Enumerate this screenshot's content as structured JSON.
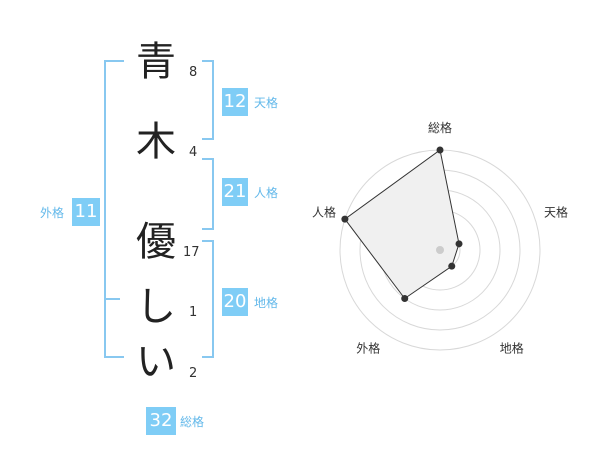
{
  "name_chars": [
    {
      "char": "青",
      "strokes": "8"
    },
    {
      "char": "木",
      "strokes": "4"
    },
    {
      "char": "優",
      "strokes": "17"
    },
    {
      "char": "し",
      "strokes": "1"
    },
    {
      "char": "い",
      "strokes": "2"
    }
  ],
  "fortunes": {
    "tenkaku": {
      "value": "12",
      "label": "天格"
    },
    "jinkaku": {
      "value": "21",
      "label": "人格"
    },
    "chikaku": {
      "value": "20",
      "label": "地格"
    },
    "gaikaku": {
      "value": "11",
      "label": "外格"
    },
    "soukaku": {
      "value": "32",
      "label": "総格"
    }
  },
  "colors": {
    "accent": "#7fcdf6",
    "bracket": "#88c8f0",
    "label": "#62b8ea",
    "radar_fill": "#f0f0f0",
    "radar_ring": "#d8d8d8"
  },
  "chart_data": {
    "type": "radar",
    "axes": [
      "総格",
      "天格",
      "地格",
      "外格",
      "人格"
    ],
    "values": [
      5,
      1,
      1,
      3,
      5
    ],
    "max": 5,
    "rings": 5,
    "grid": true
  }
}
